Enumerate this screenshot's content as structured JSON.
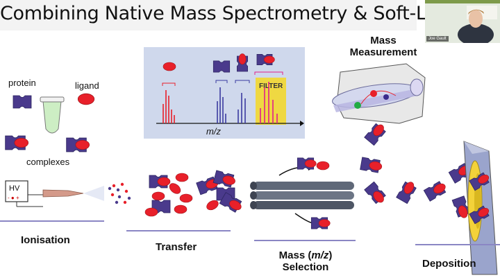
{
  "slide": {
    "title": "Combining Native Mass Spectrometry & Soft-Landing"
  },
  "video_tile": {
    "participant_name": "Joe Gault"
  },
  "legend": {
    "protein_label": "protein",
    "ligand_label": "ligand",
    "complexes_label": "complexes",
    "hv_label": "HV",
    "hv_sign": "- ● +"
  },
  "spectrum": {
    "filter_label": "FILTER",
    "axis_label": "m/z"
  },
  "stages": {
    "ionisation": "Ionisation",
    "transfer": "Transfer",
    "mass_selection_line1": "Mass (",
    "mass_selection_italic": "m/z",
    "mass_selection_line1_end": ")",
    "mass_selection_line2": "Selection",
    "mass_measurement_line1": "Mass",
    "mass_measurement_line2": "Measurement",
    "deposition": "Deposition"
  },
  "colors": {
    "protein": "#4a3a8c",
    "ligand": "#e8202a",
    "stage_rule": "#8a86c4",
    "filter": "#f2d830"
  }
}
